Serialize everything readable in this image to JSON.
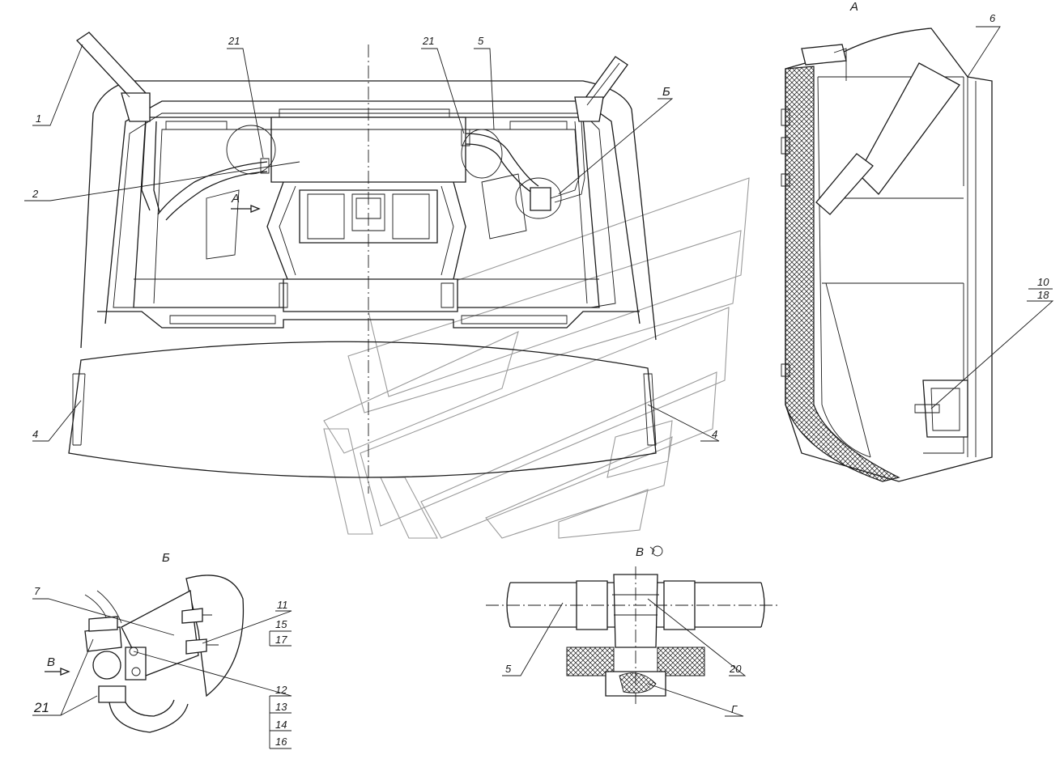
{
  "views": {
    "main": {
      "arrow_a": "A"
    },
    "view_a": {
      "title": "A"
    },
    "view_b": {
      "title": "Б",
      "arrow_v": "В"
    },
    "view_v": {
      "title": "В"
    }
  },
  "callouts": {
    "c1": "1",
    "c2": "2",
    "c4_left": "4",
    "c4_right": "4",
    "c5_main": "5",
    "c5_view_v": "5",
    "c6": "6",
    "c7": "7",
    "c10": "10",
    "c11": "11",
    "c12": "12",
    "c13": "13",
    "c14": "14",
    "c15": "15",
    "c16": "16",
    "c17": "17",
    "c18": "18",
    "c20": "20",
    "c21_left": "21",
    "c21_right": "21",
    "c21_view_b": "21",
    "c_b_main": "Б",
    "c_g": "Г"
  },
  "colors": {
    "line": "#1a1a1a",
    "watermark": "#9a9a9a",
    "background": "#ffffff"
  }
}
